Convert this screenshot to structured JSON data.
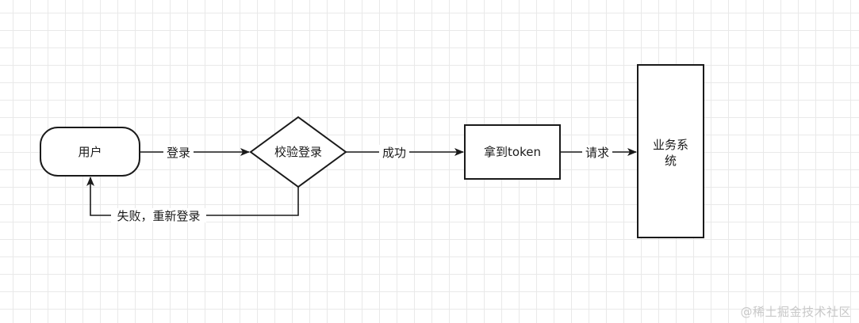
{
  "nodes": {
    "user": "用户",
    "verify": "校验登录",
    "token": "拿到token",
    "business_line1": "业务系",
    "business_line2": "统"
  },
  "edges": {
    "login": "登录",
    "success": "成功",
    "request": "请求",
    "fail_relogin": "失败，重新登录"
  },
  "watermark": "@稀土掘金技术社区"
}
